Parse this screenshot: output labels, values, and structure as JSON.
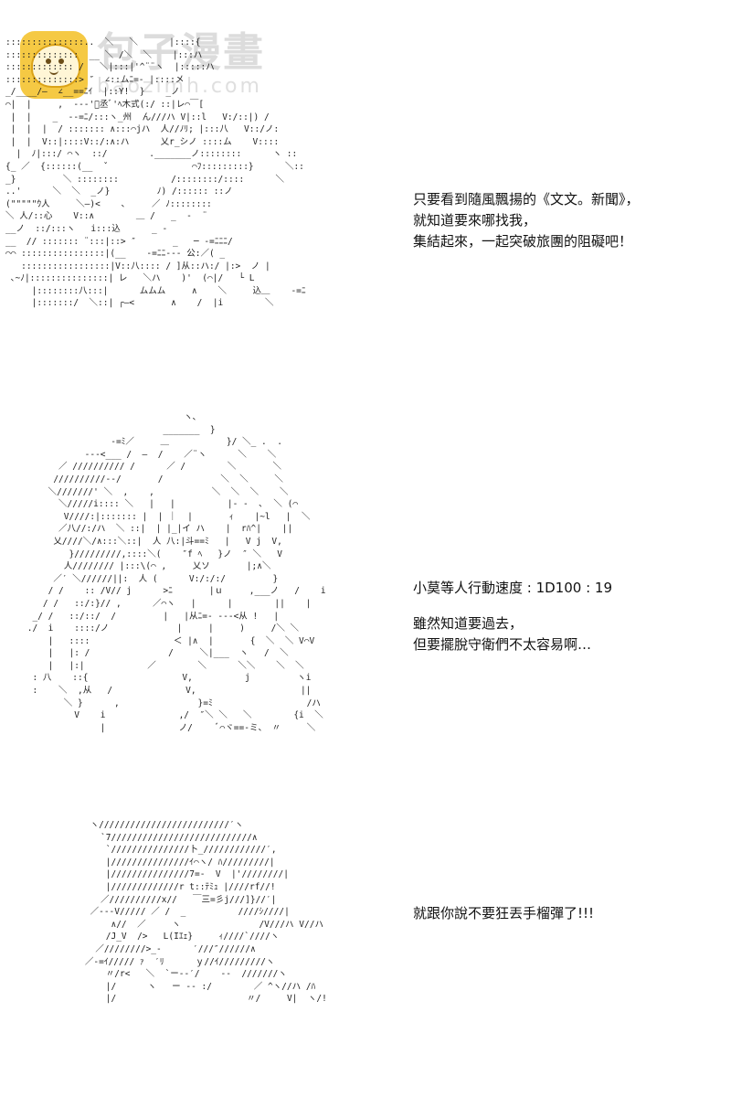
{
  "watermark": {
    "brand_title": "包子漫畫",
    "brand_url": "baozimh.com",
    "icon": "baozi-bun-icon",
    "accent_color": "#f4c430"
  },
  "panels": [
    {
      "ascii_art": ":::::::::::::::..  ＼   ＼      |::::{\n::::::::::::::  __ ＼ /＼  ＼    |:::ハ\n::::::::::::: /   ＼|:::|'^¨¨ヽ  |:::::ハ\n::::::::::::::> ″  ∠::ムﾆ=- |::::メ\n_/____/―  ∠__==ﾆｲ  |::Y!  }    _ノ\n⌒|  |     ,  --‐'ﾞ丞ﾞ'ﾍ木式(:/ ::|レ⌒￣[\n |  |    _  --=ﾆ/:::ヽ_州  ん///ハ V|::l   V:/::|) /\n |  |  |  / ::::::: ∧:::⌒jハ  人//ﾉﾘ; |:::八   V::/ノ:\n |  |  V::|::::V::/:∧:ハ      乂r_シノ ::::ム    V::::\n  |  ﾉ|:::/ ⌒ヽ  ::/        ._______ノ::::::::      ヽ ::\n{_ ／  {::::::(__  ˇ                ⌒ﾌ:::::::::}      ＼::\n_}         ＼ ::::::::          /::::::::/::::      ＼\n..'      ＼  ＼  _ノ}         ﾉ) /:::::: ::ノ\n(\"\"\"\"\"ｳ人     ＼―)<    ､     ／ ﾉ::::::::\n＼ 人/::心    V::∧        ＿ /   _  ‐  ¨\n__ノ  ::/:::ヽ   i:::込      _ -\n__  // ::::::: ¨:::|::> ″       _   ─ -=ﾆﾆﾆ/\n⌒⌒ ::::::::::::::::|(__    -=ﾆﾆ--- 公:／( _\n   :::::::::::::::::|V::八:::: / ]从::ハ:/ |:>  ノ |\n ､~ﾉ|:::::::::::::::| レ   ＼ハ    )'  (⌒|/   └ L\n     |::::::::八:::|      ムムム     ∧    ＼     込＿    -=ﾆ\n     |:::::::/  ＼::| ┌―<       ∧    /  |i        ＼",
      "dialog": [
        "只要看到隨風飄揚的《文文。新聞》，",
        "就知道要來哪找我，",
        "集結起來，一起突破旅團的阻礙吧！"
      ]
    },
    {
      "ascii_art": "                               ヽ､\n                           _______  }\n                 -=ﾐ／     ＿           }/ ＼_ .  .\n            ---<___ /  ―  /    ／¨ヽ      ＼    ＼\n       ／ ////////// /      ／ /        ＼       ＼\n      //////////--/       /           ＼  ＼     ＼\n     ＼///////' ＼  ,    ,           ＼  ＼  ＼    ＼\n       ＼/////i:::: ＼   |   |          |‐ -  ､  ＼ (⌒\n        V////:|::::::: |  | ｜  |       ｨ    |~l   |  ＼\n       ／八//:/ハ  ＼ ::|  | |_|イ ハ    |  rﾊ^|    ||\n      乂////＼/∧:::＼::|  人 八:|斗==ﾐ   |   V j  V,\n         }/////////,::::＼(    ″f ﾍ   }ノ  ″ ＼   V\n        人//////// |:::\\(⌒ ,     乂ソ       |;∧＼\n      ／′ ＼//////||:  人 (      V:/:/:/         }\n     / /    :: /V// j      >ﾆ       |ｕ     ,___ノ   /    i\n    / /   ::/:}// ,      ／⌒ヽ   |      |        ||    |\n  _/ /   ::/::/  /         |   |从ﾆ=- ---<从 !   |\n ./  i    ::::/ノ             |     |     )     /＼ ＼ \n     |   ::::                ＜ |∧  |       {  ＼  ＼ V⌒V\n     |   |: /               /     ＼|___  ヽ   /  ＼ \n     |   |:|            ／        ＼      ＼＼    ＼  ＼\n  : 八    ::{                  V,          j         ヽi\n  :    ＼  ,从   /              V,                    ||\n        ＼ }      ,               }=ﾐ                  /ハ\n          V    i              ,/  ″＼ ＼   ＼        {i  ＼\n               |              ノ/     ﾞ⌒ヾ==-ミ、 〃     ＼",
      "dialog": [
        "小莫等人行動速度 : 1D100 : 19",
        "",
        "雖然知道要過去，",
        "但要擺脫守衛們不太容易啊…"
      ]
    },
    {
      "ascii_art": "     ヽ/////////////////////////′ヽ\n       `7///////////////////////////∧\n        `///////////////卜_////////////′,\n        |///////////////ｲ⌒ヽ/ ﾊ/////////|\n        |///////////////7=-  V  |'////////|\n        |/////////////r t::ﾃﾐｭ |////rf//!\n       ／//////////x//   ￣三=彡j///]}//′|\n     ／--‐V///// ／ /  _          ////ｼ////|\n         ∧//  ／     ヽ               /V///ハ V//ハ\n        /J_V  />   L(Iｴｪ}     ｨ////`////ヽ\n      ／////////>_-      ′///″//////∧\n    ／-=ｲ///// ｧ  ′ﾘ      ｙ//ｲ/////////ヽ\n        〃/r<   ＼  `ー-‐′/    ‐‐  ///////ヽ\n        |/      ヽ   ー -- :/        ／ ^ヽ//ハ /ﾊ\n        |/                         〃/     V|  ヽ/!",
      "dialog": [
        "就跟你說不要狂丟手榴彈了!!!"
      ]
    }
  ]
}
